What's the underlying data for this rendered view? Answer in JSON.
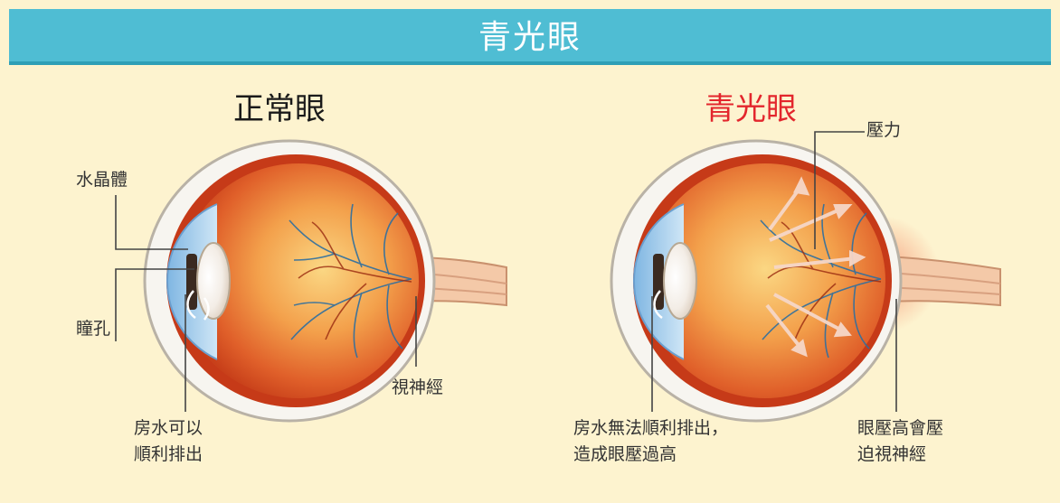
{
  "banner": {
    "title": "青光眼"
  },
  "normal": {
    "heading": "正常眼",
    "labels": {
      "lens": "水晶體",
      "pupil": "瞳孔",
      "aqueous_line1": "房水可以",
      "aqueous_line2": "順利排出",
      "optic_nerve": "視神經"
    }
  },
  "glaucoma": {
    "heading": "青光眼",
    "labels": {
      "pressure": "壓力",
      "aqueous_line1": "房水無法順利排出，",
      "aqueous_line2": "造成眼壓過高",
      "iop_line1": "眼壓高會壓",
      "iop_line2": "迫視神經"
    }
  },
  "colors": {
    "banner": "#4fbdd3",
    "background": "#fdf3cf",
    "glaucoma_heading": "#e3262d",
    "retina": "#d9451c"
  }
}
